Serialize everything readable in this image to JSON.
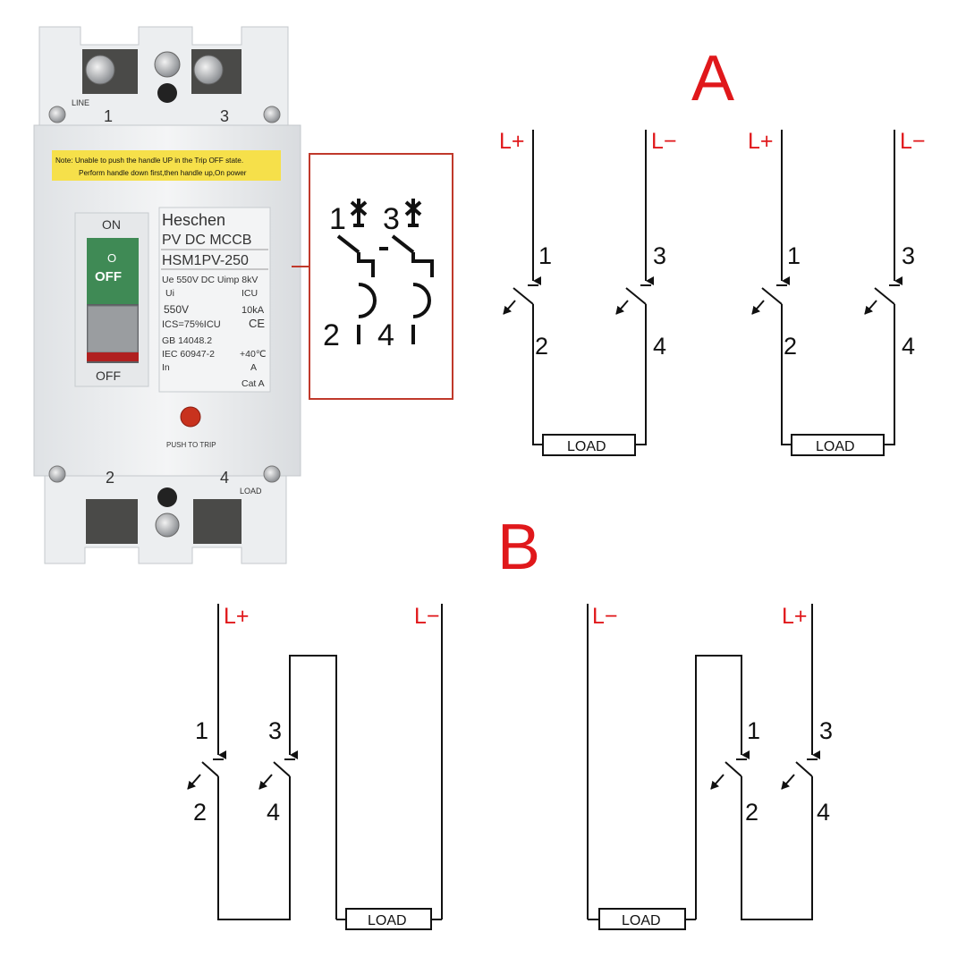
{
  "breaker": {
    "terminals_top": [
      "LINE",
      "1",
      "3"
    ],
    "terminals_bottom": [
      "2",
      "4",
      "LOAD"
    ],
    "note_line1": "Note: Unable to push the handle UP in the Trip OFF state.",
    "note_line2": "Perform handle down first,then handle up,On power",
    "brand": "Heschen",
    "product": "PV DC MCCB",
    "model": "HSM1PV-250",
    "spec_row1": "Ue 550V  DC Uimp 8kV",
    "spec_row2_left": "Ui",
    "spec_row2_right": "ICU",
    "spec_row3_left": "550V",
    "spec_row3_right": "10kA",
    "spec_row4_left": "ICS=75%ICU",
    "spec_row4_right": "CE",
    "spec_row5": "GB 14048.2",
    "spec_row6_left": "IEC 60947-2",
    "spec_row6_right": "+40℃",
    "spec_row7_left": "In",
    "spec_row7_right": "A",
    "spec_row8": "Cat A",
    "switch_on": "ON",
    "switch_off": "OFF",
    "lever_symbol": "O",
    "lever_off": "OFF",
    "push_to_trip": "PUSH TO TRIP"
  },
  "symbol": {
    "top_left": "1",
    "top_right": "3",
    "bottom_left": "2",
    "bottom_right": "4"
  },
  "section_a": {
    "title": "A",
    "diagrams": [
      {
        "left_polarity": "L+",
        "right_polarity": "L−",
        "t1": "1",
        "t3": "3",
        "t2": "2",
        "t4": "4",
        "load": "LOAD"
      },
      {
        "left_polarity": "L+",
        "right_polarity": "L−",
        "t1": "1",
        "t3": "3",
        "t2": "2",
        "t4": "4",
        "load": "LOAD"
      }
    ]
  },
  "section_b": {
    "title": "B",
    "diagrams": [
      {
        "left_polarity": "L+",
        "right_polarity": "L−",
        "t1": "1",
        "t3": "3",
        "t2": "2",
        "t4": "4",
        "load": "LOAD"
      },
      {
        "left_polarity": "L−",
        "right_polarity": "L+",
        "t1": "1",
        "t3": "3",
        "t2": "2",
        "t4": "4",
        "load": "LOAD"
      }
    ]
  },
  "colors": {
    "red": "#e0181b",
    "green_lever": "#3f8a55",
    "note_yellow": "#f6e04a",
    "body_white": "#eef0f2"
  }
}
